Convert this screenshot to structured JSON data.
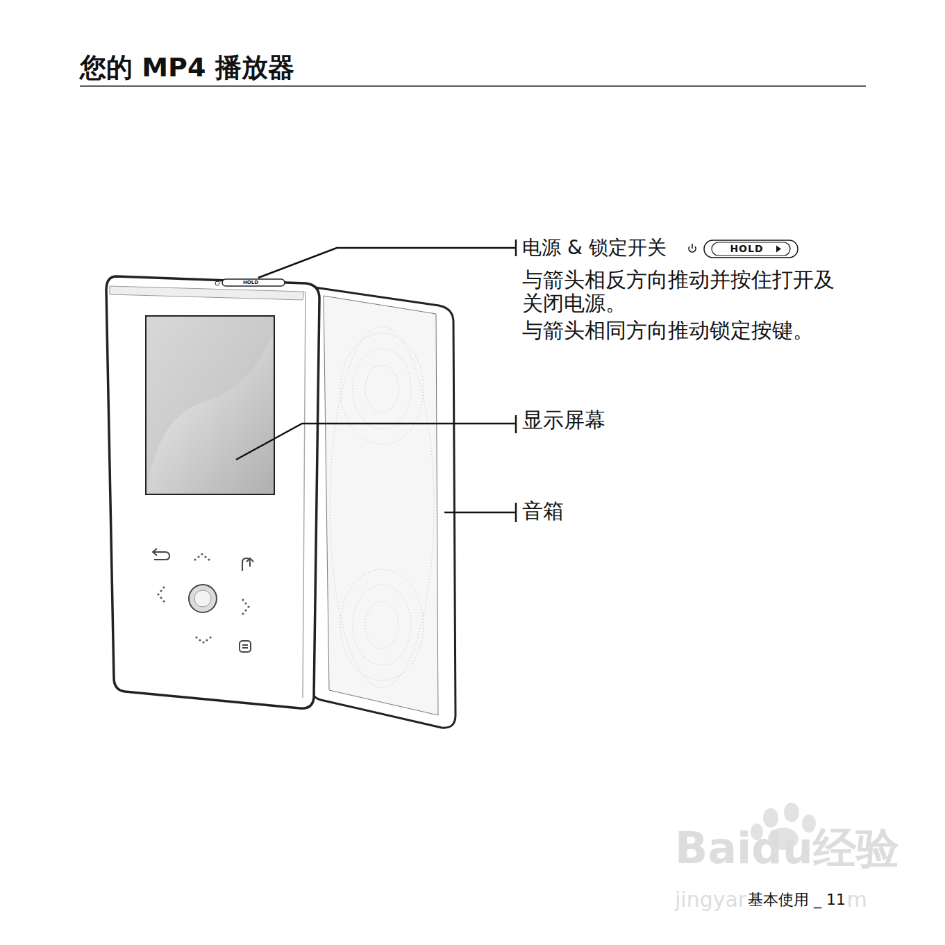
{
  "diagram": {
    "title": "您的 MP4 播放器",
    "nodes": [
      {
        "text": [
          "HOLD"
        ]
      }
    ],
    "labels": [
      "电源 & 锁定开关",
      "与箭头相反方向推动并按住打开及关闭电源。",
      "与箭头相同方向推动锁定按键。",
      "显示屏幕",
      "音箱",
      "HOLD",
      "Baidu经验",
      "jingyan.baidu.com",
      "基本使用 _ 11"
    ]
  }
}
